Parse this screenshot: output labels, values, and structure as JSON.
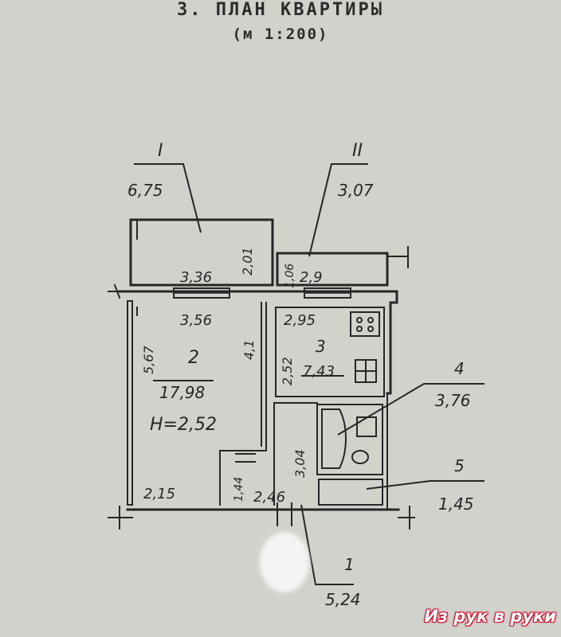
{
  "header": {
    "title": "3. ПЛАН КВАРТИРЫ",
    "scale": "(м 1:200)"
  },
  "balconies": [
    {
      "numeral": "I",
      "area": "6,75",
      "width": "3,36",
      "depth": "2,01"
    },
    {
      "numeral": "II",
      "area": "3,07",
      "width": "2,9",
      "depth": "1,06"
    }
  ],
  "rooms": [
    {
      "number": "2",
      "area": "17,98",
      "width": "3,56",
      "length": "5,67",
      "side": "4,1",
      "height": "H=2,52",
      "bottom": "2,15",
      "step": "1,44"
    },
    {
      "number": "3",
      "area": "7,43",
      "width": "2,95",
      "length": "2,52"
    },
    {
      "number": "4",
      "area": "3,76"
    },
    {
      "number": "5",
      "area": "1,45"
    },
    {
      "number": "1",
      "area": "5,24",
      "width": "2,46",
      "length": "3,04"
    }
  ],
  "watermark": "Из рук в руки",
  "colors": {
    "paper": "#d2d2cd",
    "ink": "#262626",
    "watermark": "#c8102e"
  }
}
